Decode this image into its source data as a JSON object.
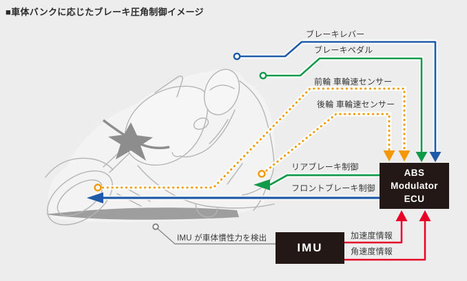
{
  "title": "■車体バンクに応じたブレーキ圧角制御イメージ",
  "callouts": {
    "brake_lever": "ブレーキレバー",
    "brake_pedal": "ブレーキペダル",
    "front_wheel_speed_sensor": "前輪 車輪速センサー",
    "rear_wheel_speed_sensor": "後輪 車輪速センサー",
    "rear_brake_control": "リアブレーキ制御",
    "front_brake_control": "フロントブレーキ制御",
    "imu_detection": "IMU が車体慣性力を検出",
    "acceleration_info": "加速度情報",
    "angular_velocity_info": "角速度情報"
  },
  "nodes": {
    "abs": {
      "line1": "ABS",
      "line2": "Modulator",
      "line3": "ECU"
    },
    "imu": {
      "label": "IMU"
    }
  },
  "connections": [
    {
      "from": "ブレーキレバー",
      "to": "ABS Modulator ECU",
      "style": "solid-blue"
    },
    {
      "from": "ブレーキペダル",
      "to": "ABS Modulator ECU",
      "style": "solid-green"
    },
    {
      "from": "前輪 車輪速センサー",
      "to": "ABS Modulator ECU",
      "style": "dotted-orange"
    },
    {
      "from": "後輪 車輪速センサー",
      "to": "ABS Modulator ECU",
      "style": "dotted-orange"
    },
    {
      "from": "ABS Modulator ECU",
      "to": "リアブレーキ制御",
      "style": "solid-green"
    },
    {
      "from": "ABS Modulator ECU",
      "to": "フロントブレーキ制御",
      "style": "solid-blue"
    },
    {
      "from": "IMU",
      "to": "ABS Modulator ECU",
      "label": "加速度情報",
      "style": "solid-red"
    },
    {
      "from": "IMU",
      "to": "ABS Modulator ECU",
      "label": "角速度情報",
      "style": "solid-red"
    }
  ],
  "colors": {
    "blue": "#1e5aa8",
    "green": "#119a49",
    "orange": "#f39800",
    "red": "#e60027",
    "box": "#231815",
    "background": "#ededed",
    "artwork_line": "#b4b4b4",
    "shadow": "#9e9e9e",
    "label_text": "#3a3a3a"
  }
}
